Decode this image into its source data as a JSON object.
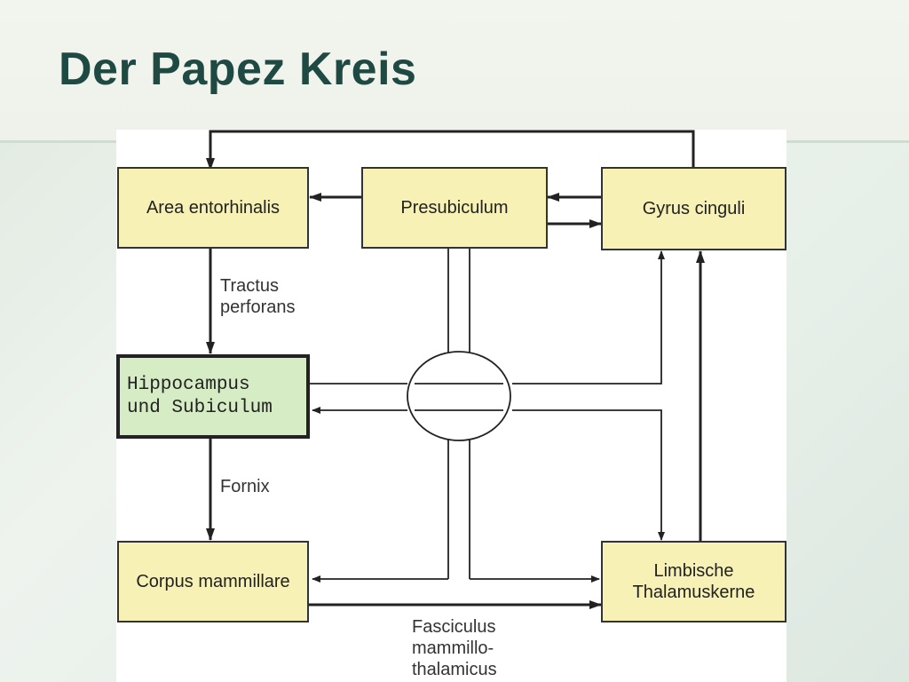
{
  "slide": {
    "title": "Der Papez Kreis"
  },
  "nodes": {
    "area_entorhinalis": "Area entorhinalis",
    "presubiculum": "Presubiculum",
    "gyrus_cinguli": "Gyrus cinguli",
    "hippocampus": "Hippocampus\nund Subiculum",
    "corpus_mammillare": "Corpus mammillare",
    "limbische": "Limbische\nThalamuskerne"
  },
  "edge_labels": {
    "tractus": "Tractus\nperforans",
    "fornix": "Fornix",
    "fasciculus": "Fasciculus\nmammillo-\nthalamicus"
  },
  "colors": {
    "box_fill": "#f7f1b5",
    "hippocampus_fill": "#d6ecc4",
    "title": "#1f4a44"
  }
}
